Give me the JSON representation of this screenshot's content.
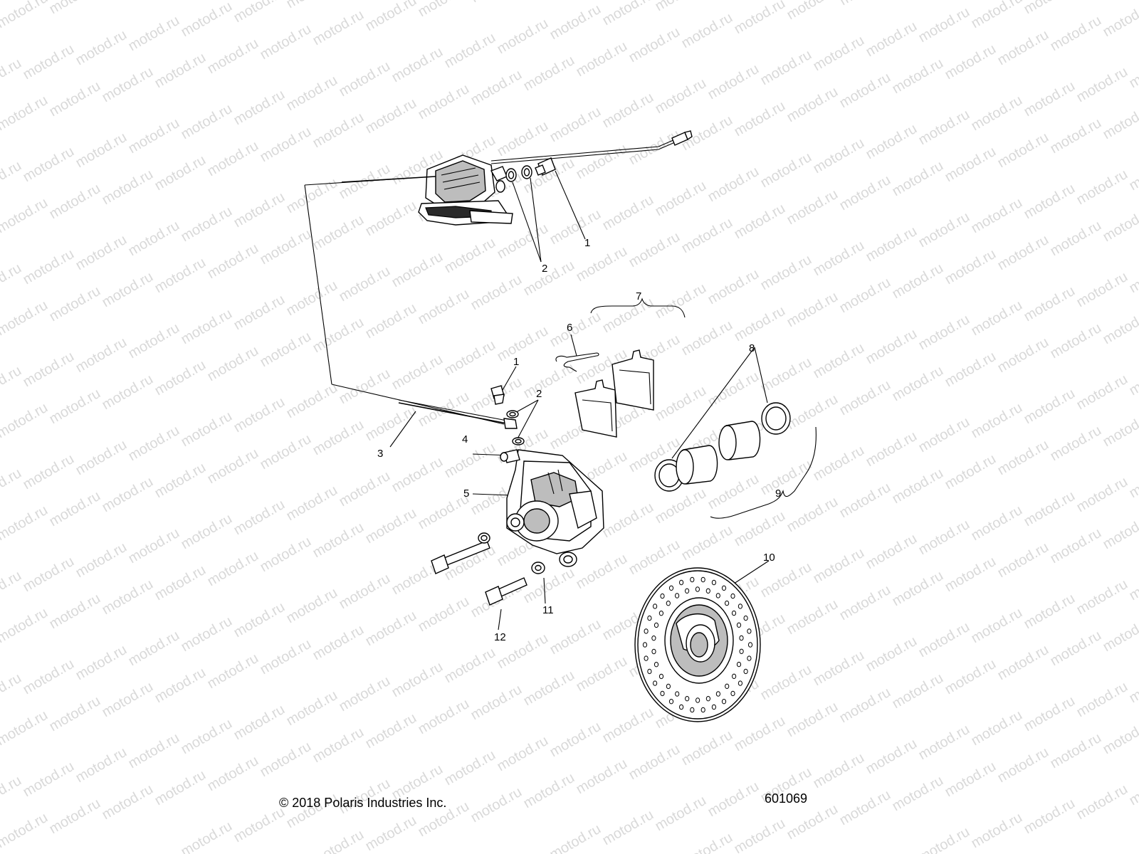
{
  "watermark": {
    "text": "motod.ru"
  },
  "footer": {
    "copyright": "© 2018 Polaris Industries Inc.",
    "diagram_number": "601069"
  },
  "callouts": {
    "c1a": "1",
    "c2a": "2",
    "c1b": "1",
    "c2b": "2",
    "c3": "3",
    "c4": "4",
    "c5": "5",
    "c6": "6",
    "c7": "7",
    "c8": "8",
    "c9": "9",
    "c10": "10",
    "c11": "11",
    "c12": "12"
  }
}
